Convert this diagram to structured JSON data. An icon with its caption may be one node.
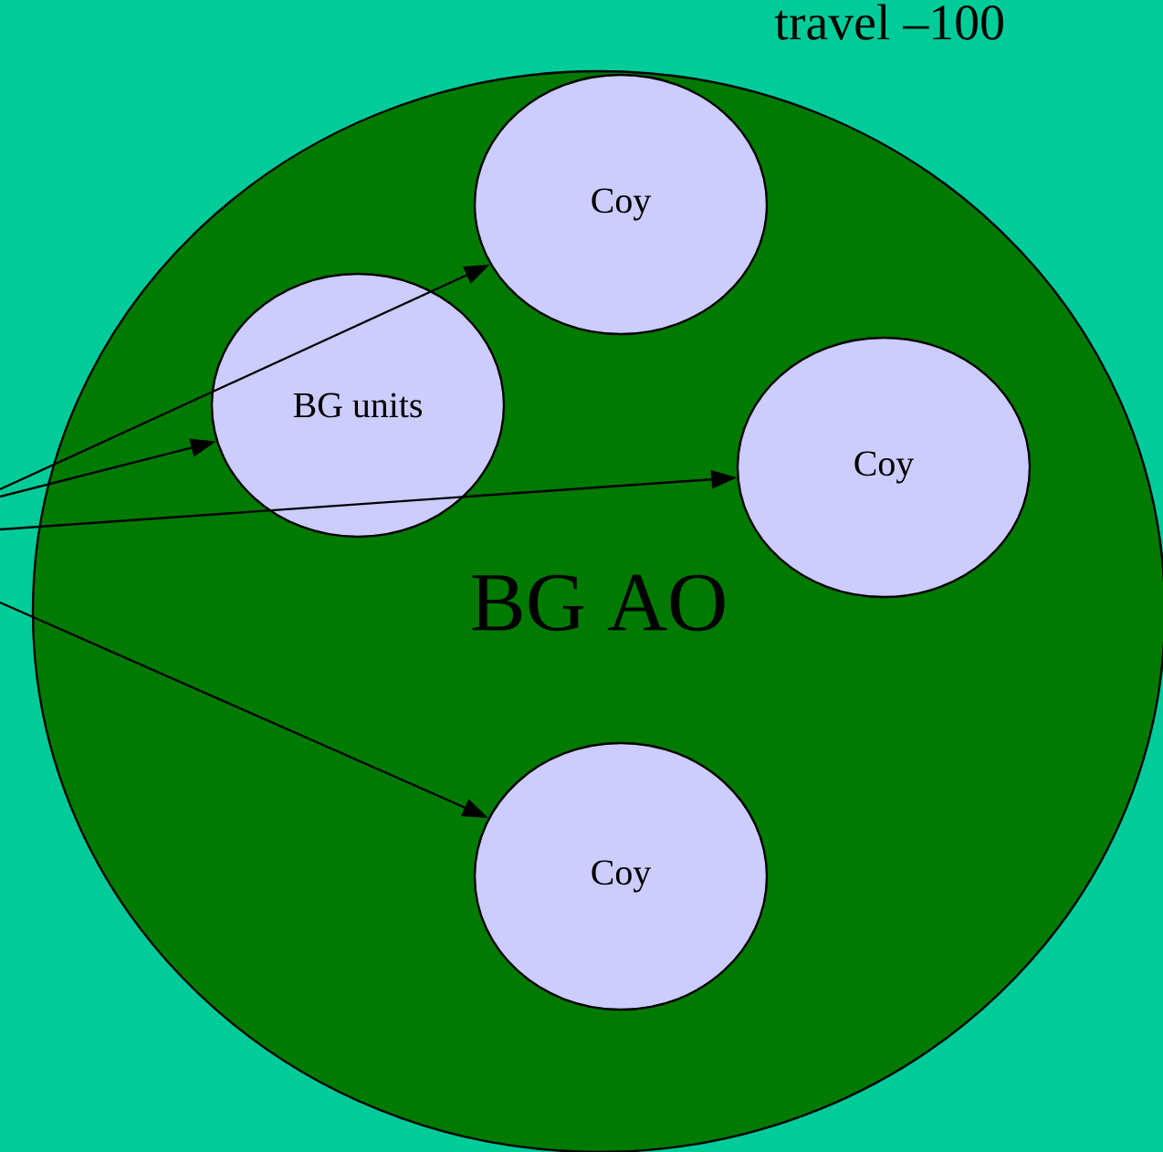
{
  "diagram": {
    "nodes": [
      {
        "text": [
          "BG AO"
        ]
      },
      {
        "text": [
          "Coy"
        ],
        "in": 0
      },
      {
        "text": [
          "BG units"
        ],
        "in": 0
      },
      {
        "text": [
          "Coy"
        ],
        "in": 0
      },
      {
        "text": [
          "Coy"
        ],
        "in": 0
      }
    ],
    "edges": [
      {
        "from": null,
        "to": 1,
        "arrow": "to"
      },
      {
        "from": null,
        "to": 2,
        "arrow": "to"
      },
      {
        "from": null,
        "to": 3,
        "arrow": "to"
      },
      {
        "from": null,
        "to": 4,
        "arrow": "to"
      }
    ],
    "labels": [
      "travel –100"
    ]
  }
}
